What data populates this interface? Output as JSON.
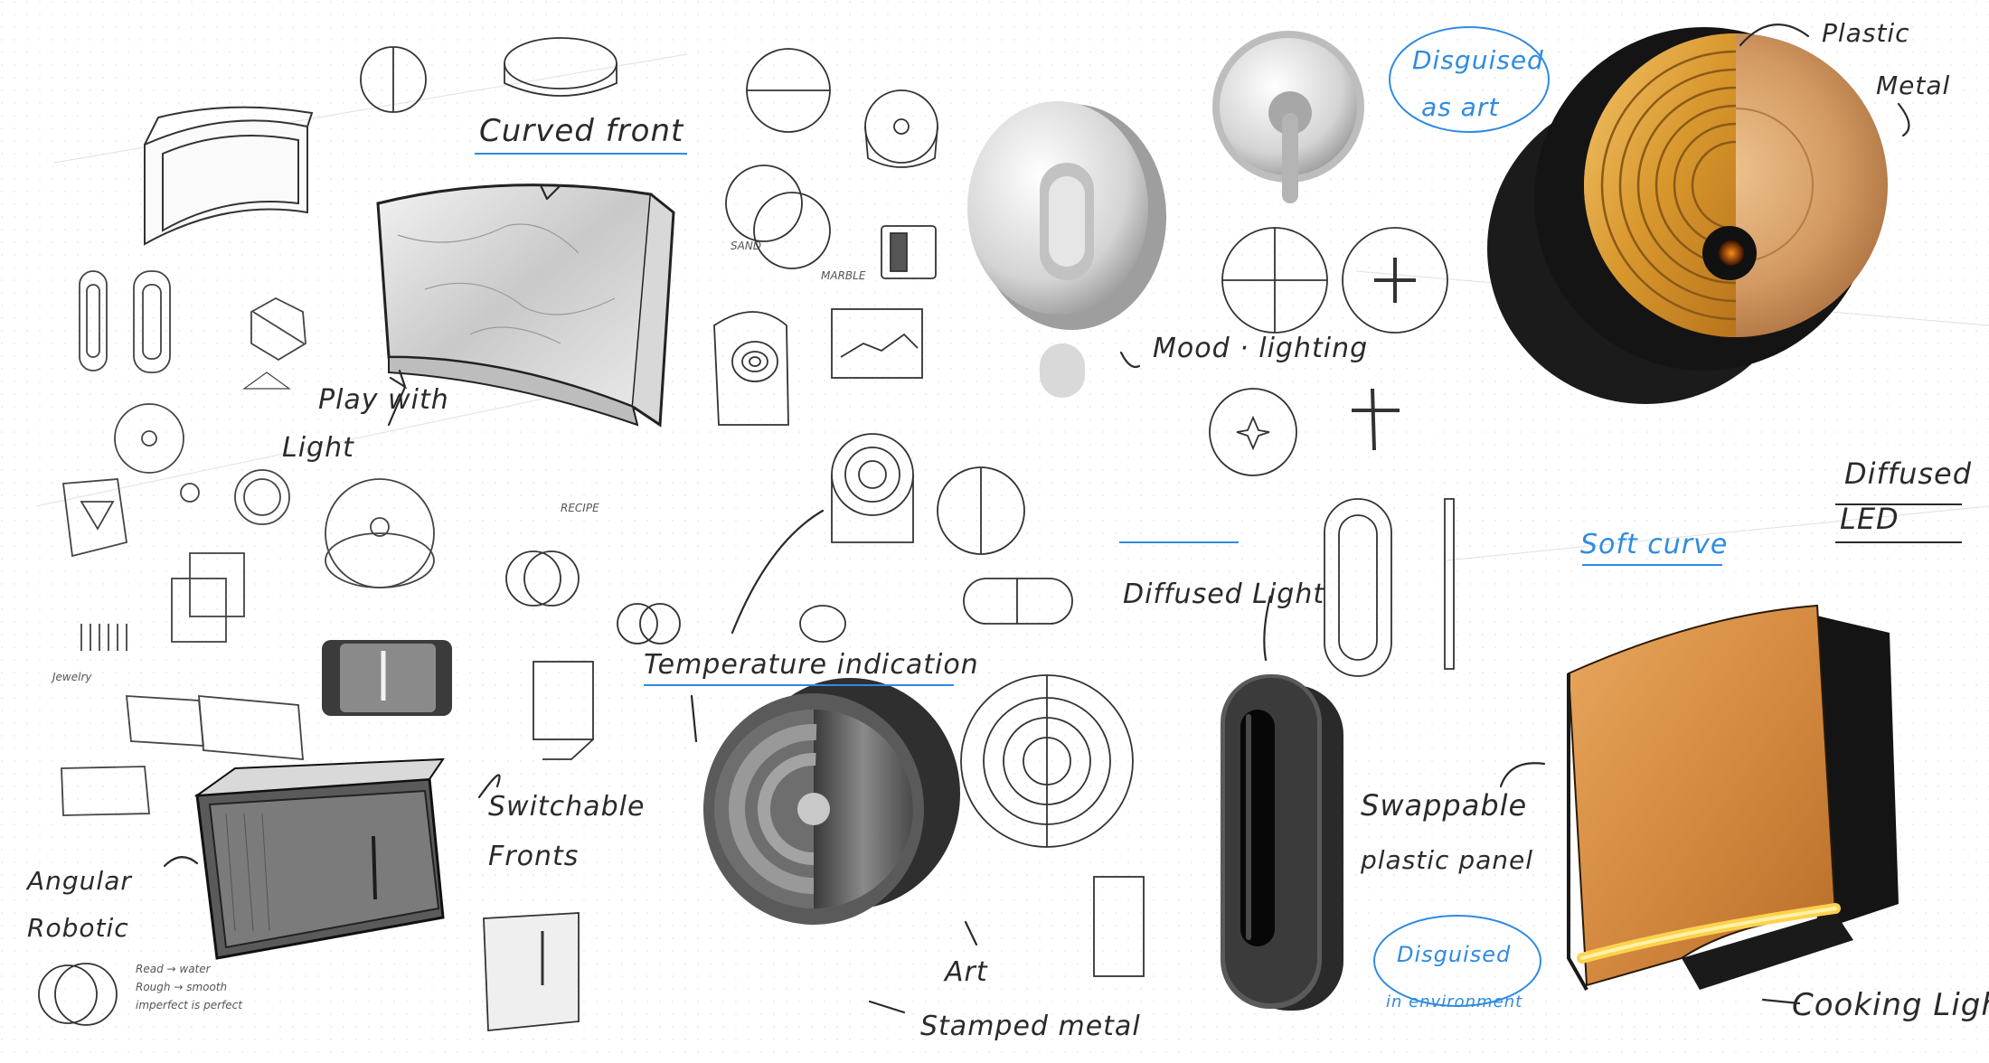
{
  "annotations": {
    "curved_front": "Curved front",
    "play_with_light": "Play with",
    "play_with_light_2": "Light",
    "switchable_fronts": "Switchable",
    "switchable_fronts_2": "Fronts",
    "angular_robotic": "Angular",
    "angular_robotic_2": "Robotic",
    "temperature_indication": "Temperature indication",
    "art": "Art",
    "stamped_metal": "Stamped metal",
    "mood_lighting": "Mood · lighting",
    "disguised_as_art": "Disguised",
    "disguised_as_art_2": "as art",
    "diffused_light": "Diffused Light",
    "swappable": "Swappable",
    "plastic_panel": "plastic panel",
    "disguised_env": "Disguised",
    "disguised_env_2": "in environment",
    "plastic": "Plastic",
    "metal": "Metal",
    "diffused_led": "Diffused",
    "diffused_led_2": "LED",
    "soft_curve": "Soft curve",
    "cooking_light": "Cooking Light"
  },
  "notes": {
    "sand": "SAND",
    "marble": "MARBLE",
    "jewelry": "Jewelry",
    "recipe": "RECIPE",
    "note_a": "Read → water",
    "note_b": "Rough → smooth",
    "note_c": "imperfect is perfect"
  },
  "colors": {
    "ink": "#2a2a2a",
    "blue": "#2f8be0",
    "copper": "#d39a63",
    "dark_body": "#1a1a1a",
    "led": "#ffcc44"
  }
}
